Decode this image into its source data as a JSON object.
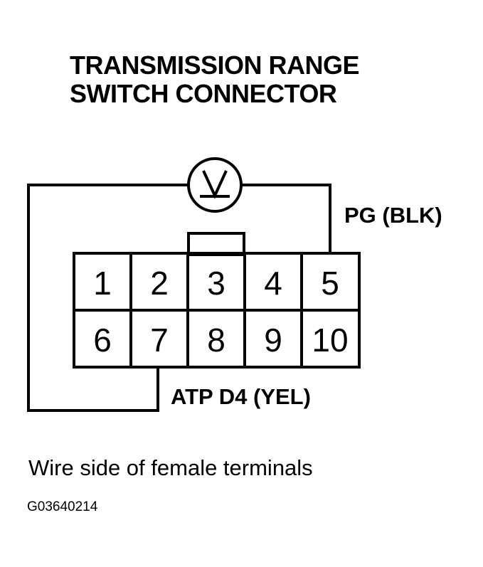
{
  "title": {
    "line1": "TRANSMISSION RANGE",
    "line2": "SWITCH CONNECTOR"
  },
  "meter": {
    "symbol": "V",
    "icon": "voltmeter-icon"
  },
  "connector": {
    "pins_top": [
      "1",
      "2",
      "3",
      "4",
      "5"
    ],
    "pins_bottom": [
      "6",
      "7",
      "8",
      "9",
      "10"
    ]
  },
  "wires": {
    "pg_label": "PG (BLK)",
    "atp_label": "ATP D4 (YEL)"
  },
  "caption": "Wire side of female terminals",
  "figure_code": "G03640214"
}
